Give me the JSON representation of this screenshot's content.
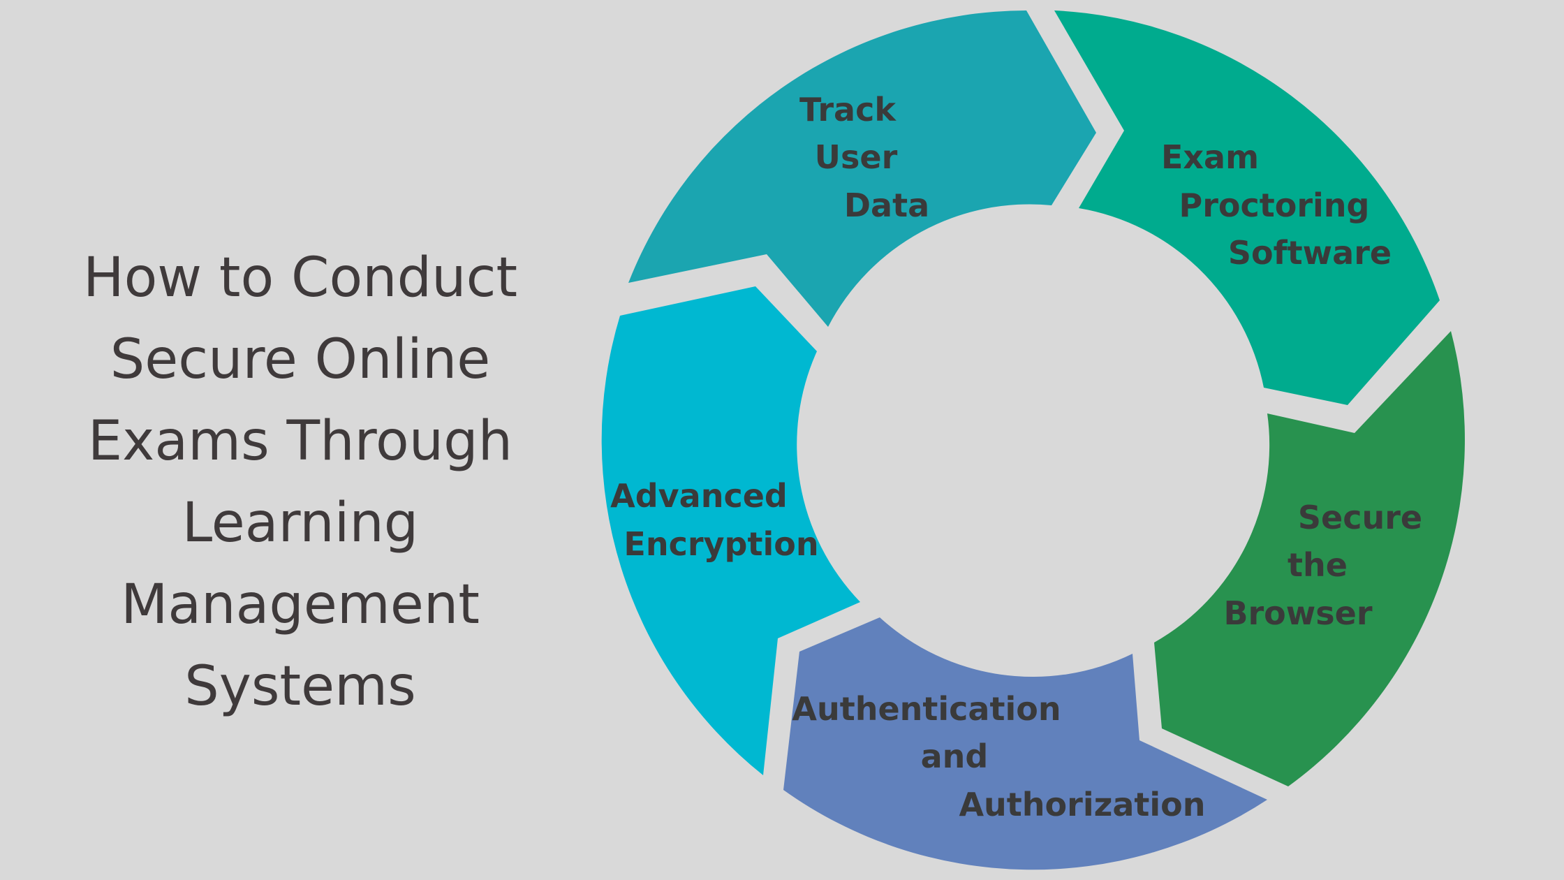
{
  "title": {
    "lines": [
      "How to Conduct",
      "Secure Online",
      "Exams Through",
      "Learning",
      "Management",
      "Systems"
    ]
  },
  "cycle": {
    "segments": [
      {
        "id": "track-user-data",
        "label_lines": [
          "Track",
          "User",
          "Data"
        ],
        "color": "#1ba5b0"
      },
      {
        "id": "exam-proctoring-software",
        "label_lines": [
          "Exam",
          "Proctoring",
          "Software"
        ],
        "color": "#00ab8e"
      },
      {
        "id": "secure-the-browser",
        "label_lines": [
          "Secure",
          "the",
          "Browser"
        ],
        "color": "#28924f"
      },
      {
        "id": "authentication-and-authorization",
        "label_lines": [
          "Authentication",
          "and",
          "Authorization"
        ],
        "color": "#6181bc"
      },
      {
        "id": "advanced-encryption",
        "label_lines": [
          "Advanced",
          "Encryption"
        ],
        "color": "#00b8d1"
      }
    ]
  },
  "colors": {
    "background": "#d9d9d9",
    "title_text": "#3f3a3b",
    "label_text": "#3a3a3a"
  }
}
